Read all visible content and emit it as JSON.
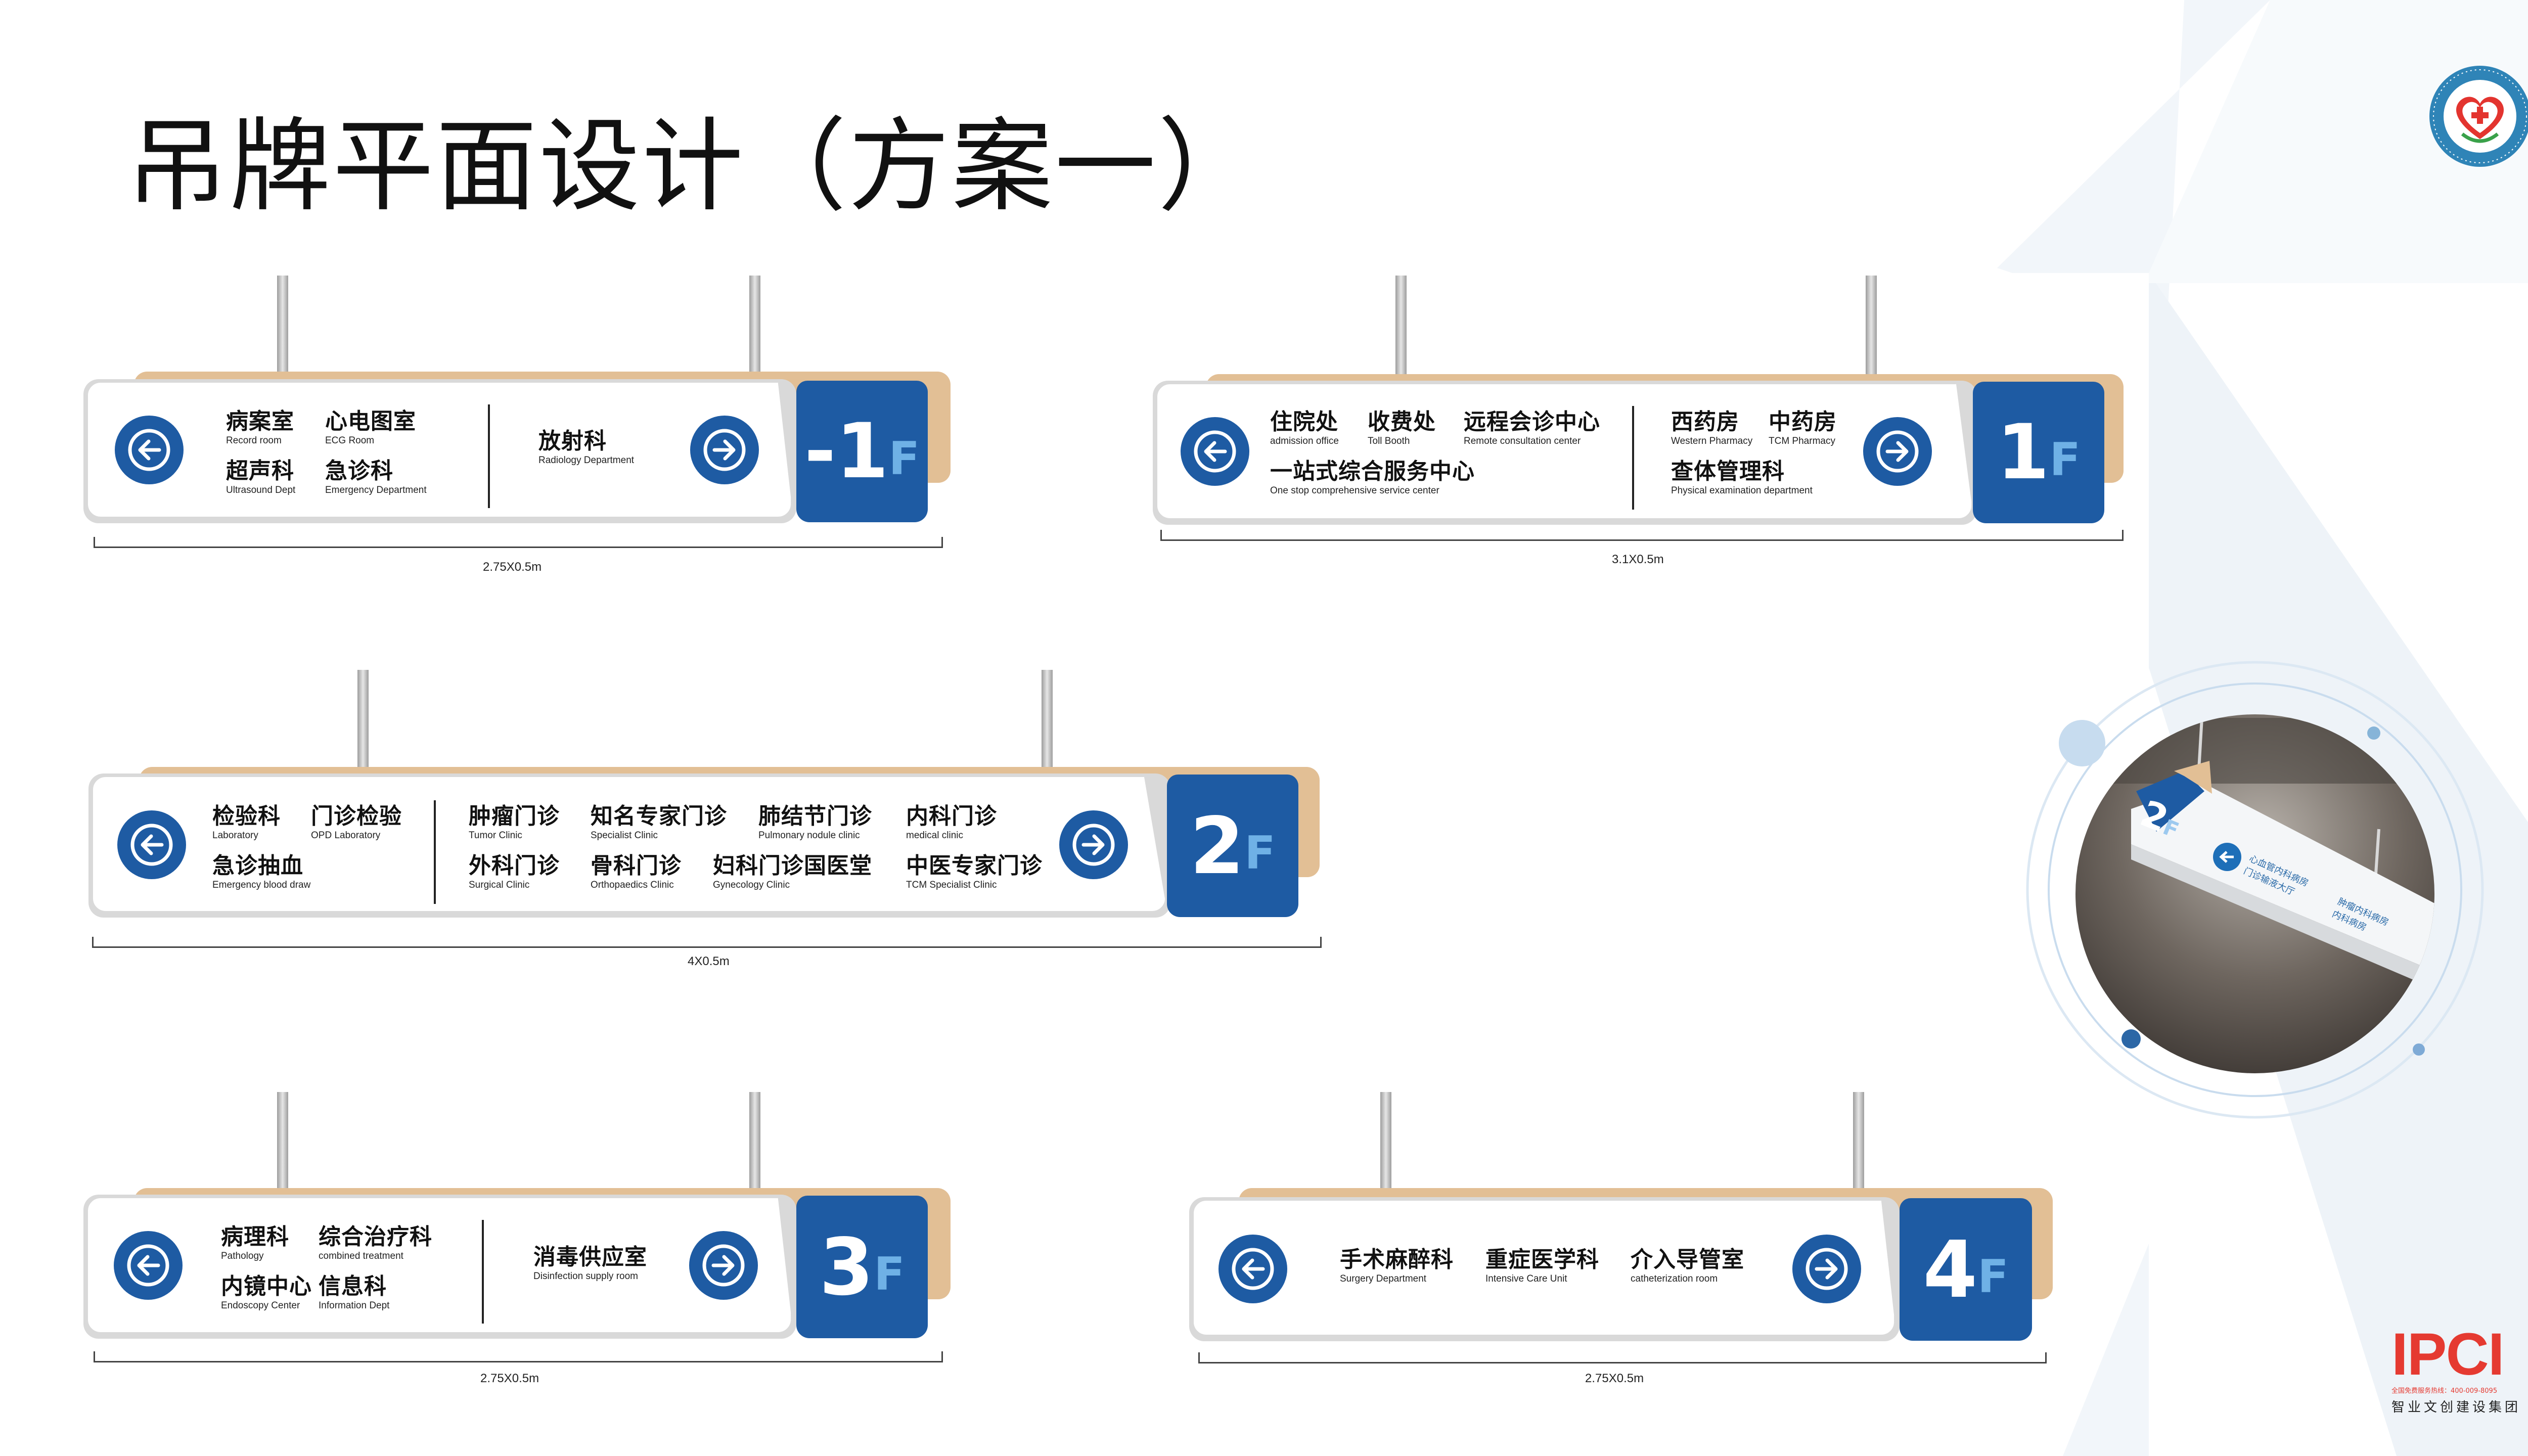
{
  "slide": {
    "title": "吊牌平面设计（方案一）",
    "colors": {
      "accent_blue": "#1e5ba3",
      "tan": "#e2bf95",
      "floor_F": "#6fb1e6",
      "brand_red": "#e53a31"
    }
  },
  "hospital_logo": {
    "icon": "hospital-heart-cross-emblem"
  },
  "brand": {
    "name": "IPCI",
    "tagline": "全国免费服务热线：400-009-8095",
    "cn_name": "智业文创建设集团"
  },
  "signs": {
    "b1": {
      "floor_num": "-1",
      "floor_f": "F",
      "dimension": "2.75X0.5m",
      "left_icon": "arrow-left-icon",
      "right_icon": "arrow-right-icon",
      "departments": [
        {
          "cn": "病案室",
          "en": "Record room"
        },
        {
          "cn": "心电图室",
          "en": "ECG Room"
        },
        {
          "cn": "超声科",
          "en": "Ultrasound Dept"
        },
        {
          "cn": "急诊科",
          "en": "Emergency Department"
        },
        {
          "cn": "放射科",
          "en": "Radiology Department"
        }
      ]
    },
    "f1": {
      "floor_num": "1",
      "floor_f": "F",
      "dimension": "3.1X0.5m",
      "left_icon": "arrow-left-icon",
      "right_icon": "arrow-right-icon",
      "departments": [
        {
          "cn": "住院处",
          "en": "admission office"
        },
        {
          "cn": "收费处",
          "en": "Toll Booth"
        },
        {
          "cn": "远程会诊中心",
          "en": "Remote consultation center"
        },
        {
          "cn": "一站式综合服务中心",
          "en": "One stop comprehensive service center"
        },
        {
          "cn": "西药房",
          "en": "Western Pharmacy"
        },
        {
          "cn": "中药房",
          "en": "TCM Pharmacy"
        },
        {
          "cn": "查体管理科",
          "en": "Physical examination department"
        }
      ]
    },
    "f2": {
      "floor_num": "2",
      "floor_f": "F",
      "dimension": "4X0.5m",
      "left_icon": "arrow-left-icon",
      "right_icon": "arrow-right-icon",
      "departments": [
        {
          "cn": "检验科",
          "en": "Laboratory"
        },
        {
          "cn": "门诊检验",
          "en": "OPD Laboratory"
        },
        {
          "cn": "急诊抽血",
          "en": "Emergency blood draw"
        },
        {
          "cn": "肿瘤门诊",
          "en": "Tumor Clinic"
        },
        {
          "cn": "知名专家门诊",
          "en": "Specialist Clinic"
        },
        {
          "cn": "肺结节门诊",
          "en": "Pulmonary nodule clinic"
        },
        {
          "cn": "内科门诊",
          "en": "medical clinic"
        },
        {
          "cn": "外科门诊",
          "en": "Surgical Clinic"
        },
        {
          "cn": "骨科门诊",
          "en": "Orthopaedics Clinic"
        },
        {
          "cn": "妇科门诊国医堂",
          "en": "Gynecology Clinic"
        },
        {
          "cn": "中医专家门诊",
          "en": "TCM Specialist Clinic"
        }
      ]
    },
    "f3": {
      "floor_num": "3",
      "floor_f": "F",
      "dimension": "2.75X0.5m",
      "left_icon": "arrow-left-icon",
      "right_icon": "arrow-right-icon",
      "departments": [
        {
          "cn": "病理科",
          "en": "Pathology"
        },
        {
          "cn": "综合治疗科",
          "en": "combined treatment"
        },
        {
          "cn": "内镜中心",
          "en": "Endoscopy Center"
        },
        {
          "cn": "信息科",
          "en": "Information Dept"
        },
        {
          "cn": "消毒供应室",
          "en": "Disinfection supply room"
        }
      ]
    },
    "f4": {
      "floor_num": "4",
      "floor_f": "F",
      "dimension": "2.75X0.5m",
      "left_icon": "arrow-left-icon",
      "right_icon": "arrow-right-icon",
      "departments": [
        {
          "cn": "手术麻醉科",
          "en": "Surgery Department"
        },
        {
          "cn": "重症医学科",
          "en": "Intensive Care Unit"
        },
        {
          "cn": "介入导管室",
          "en": "catheterization room"
        }
      ]
    }
  },
  "preview_photo": {
    "floor_num": "2",
    "floor_f": "F",
    "sign_lines": [
      "心血管内科病房",
      "门诊输液大厅",
      "肿瘤内科病房",
      "内科病房"
    ]
  }
}
